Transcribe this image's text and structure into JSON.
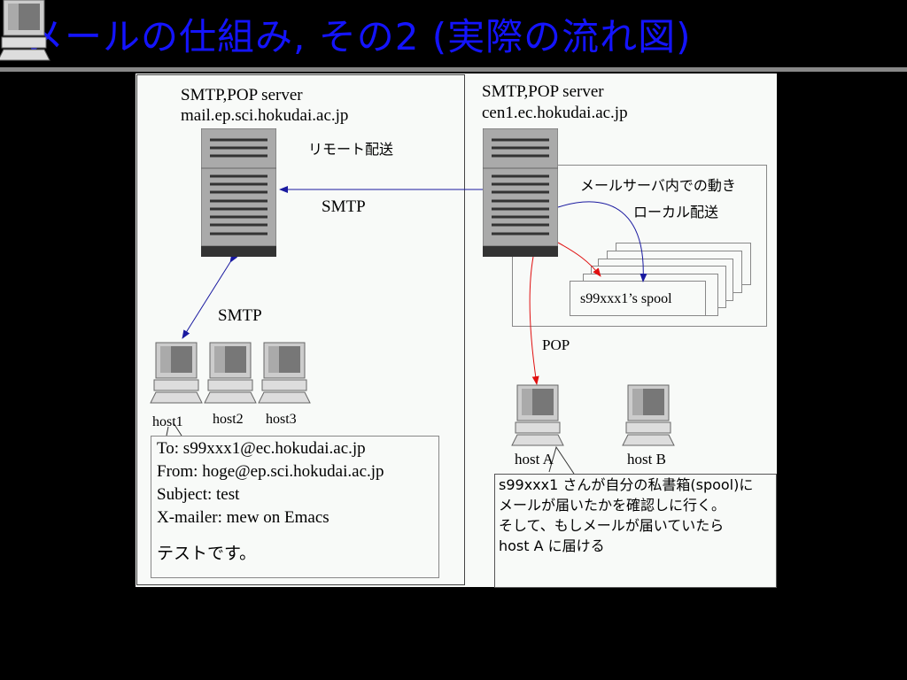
{
  "title": "メールの仕組み, その2 (実際の流れ図)",
  "left_server": {
    "line1": "SMTP,POP server",
    "line2": "mail.ep.sci.hokudai.ac.jp"
  },
  "right_server": {
    "line1": "SMTP,POP server",
    "line2": "cen1.ec.hokudai.ac.jp"
  },
  "remote_delivery": "リモート配送",
  "smtp_between": "SMTP",
  "smtp_host": "SMTP",
  "server_inside": "メールサーバ内での動き",
  "local_delivery": "ローカル配送",
  "spool": "s99xxx1’s spool",
  "pop": "POP",
  "hosts": [
    "host1",
    "host2",
    "host3"
  ],
  "host_a": "host A",
  "host_b": "host B",
  "email": {
    "to": "To: s99xxx1@ec.hokudai.ac.jp",
    "from": "From: hoge@ep.sci.hokudai.ac.jp",
    "subject": "Subject: test",
    "mailer": "X-mailer: mew on Emacs",
    "body": "テストです。"
  },
  "callout": {
    "line1": "s99xxx1 さんが自分の私書箱(spool)に",
    "line2": "メールが届いたかを確認しに行く。",
    "line3": "そして、もしメールが届いていたら",
    "line4": "host A に届ける"
  },
  "colors": {
    "title": "#1414ff",
    "smtp_arrow": "#1a1aa0",
    "pop_arrow": "#e01010"
  }
}
